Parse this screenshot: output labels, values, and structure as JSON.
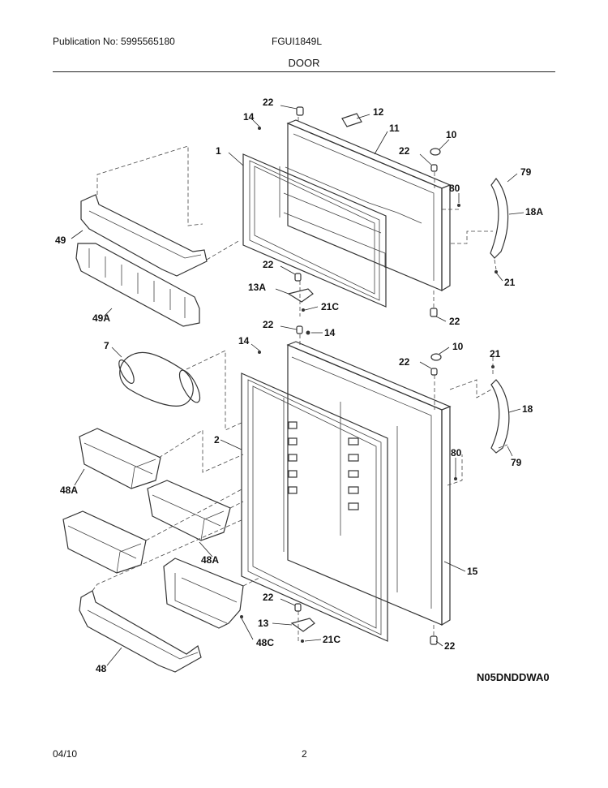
{
  "header": {
    "publication": "Publication No: 5995565180",
    "model": "FGUI1849L",
    "section": "DOOR"
  },
  "footer": {
    "date": "04/10",
    "page": "2"
  },
  "diagram_code": "N05DNDDWA0",
  "callouts": {
    "c22a": "22",
    "c12": "12",
    "c14a": "14",
    "c11": "11",
    "c10a": "10",
    "c22b": "22",
    "c1": "1",
    "c79a": "79",
    "c80a": "80",
    "c18a": "18A",
    "c49": "49",
    "c22c": "22",
    "c13a": "13A",
    "c21c_a": "21C",
    "c21a": "21",
    "c49a": "49A",
    "c22d": "22",
    "c22e": "22",
    "c14b": "14",
    "c7": "7",
    "c14c": "14",
    "c22f": "22",
    "c10b": "10",
    "c21b": "21",
    "c18": "18",
    "c2": "2",
    "c80b": "80",
    "c79b": "79",
    "c48a_1": "48A",
    "c48a_2": "48A",
    "c15": "15",
    "c22g": "22",
    "c13": "13",
    "c48c": "48C",
    "c21c_b": "21C",
    "c22h": "22",
    "c48": "48"
  }
}
